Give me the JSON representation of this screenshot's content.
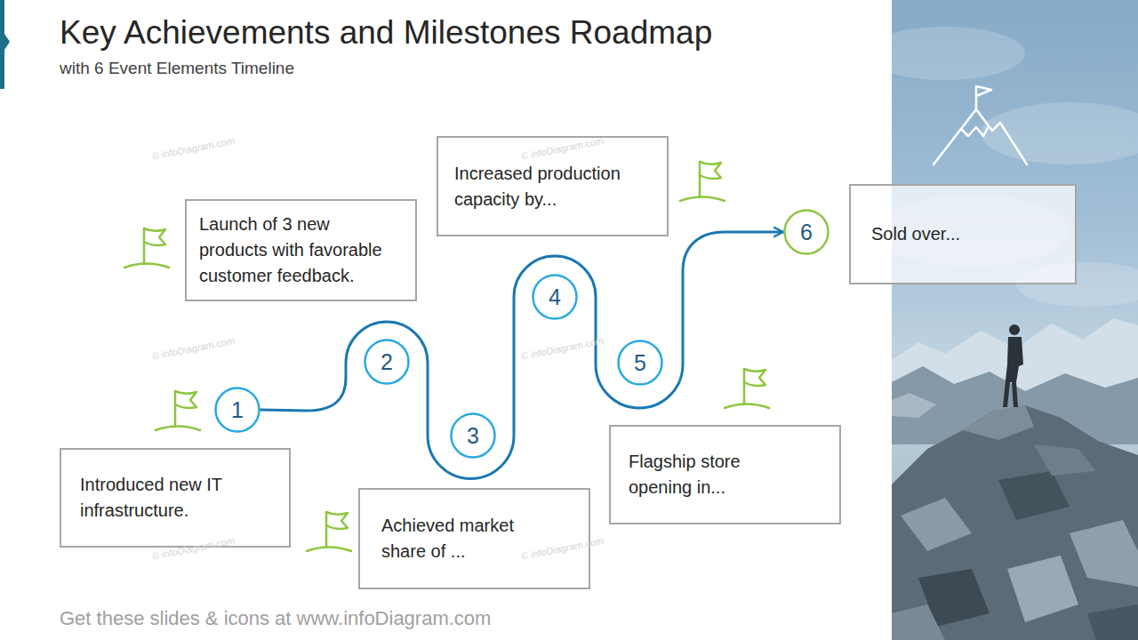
{
  "diagram": {
    "title": "Key Achievements and Milestones Roadmap",
    "caption": "with 6 Event Elements Timeline",
    "nodes": [
      {
        "text": [
          "1"
        ]
      },
      {
        "text": [
          "Introduced new IT infrastructure."
        ]
      },
      {
        "text": [
          "2"
        ]
      },
      {
        "text": [
          "Launch of 3 new products with favorable customer feedback."
        ]
      },
      {
        "text": [
          "3"
        ]
      },
      {
        "text": [
          "Achieved market share of ..."
        ]
      },
      {
        "text": [
          "4"
        ]
      },
      {
        "text": [
          "Increased production capacity by..."
        ]
      },
      {
        "text": [
          "5"
        ]
      },
      {
        "text": [
          "Flagship store opening in..."
        ]
      },
      {
        "text": [
          "6"
        ]
      },
      {
        "text": [
          "Sold over..."
        ]
      }
    ],
    "edges": [
      {
        "from": 0,
        "to": 10,
        "arrow": "to"
      }
    ],
    "labels": [
      "© infoDiagram.com",
      "© infoDiagram.com",
      "© infoDiagram.com",
      "© infoDiagram.com",
      "© infoDiagram.com",
      "© infoDiagram.com",
      "Get these slides & icons at www.infoDiagram.com"
    ]
  }
}
